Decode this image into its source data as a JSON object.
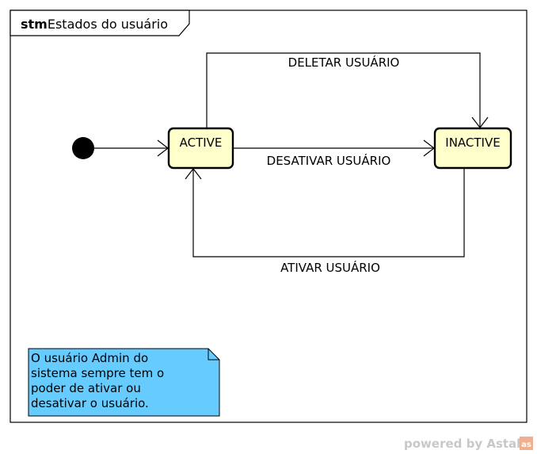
{
  "frame": {
    "keyword": "stm",
    "title": "Estados do usuário"
  },
  "states": {
    "active": "ACTIVE",
    "inactive": "INACTIVE"
  },
  "transitions": {
    "delete": "DELETAR USUÁRIO",
    "deactivate": "DESATIVAR USUÁRIO",
    "activate": "ATIVAR USUÁRIO"
  },
  "note": {
    "lines": [
      "O usuário Admin do",
      "sistema sempre tem o",
      "poder de ativar ou",
      "desativar o usuário."
    ]
  },
  "watermark": {
    "text": "powered by Astah",
    "logo": "as"
  },
  "colors": {
    "state_fill": "#ffffcc",
    "note_fill": "#66ccff",
    "logo_fill": "#f0b090"
  }
}
